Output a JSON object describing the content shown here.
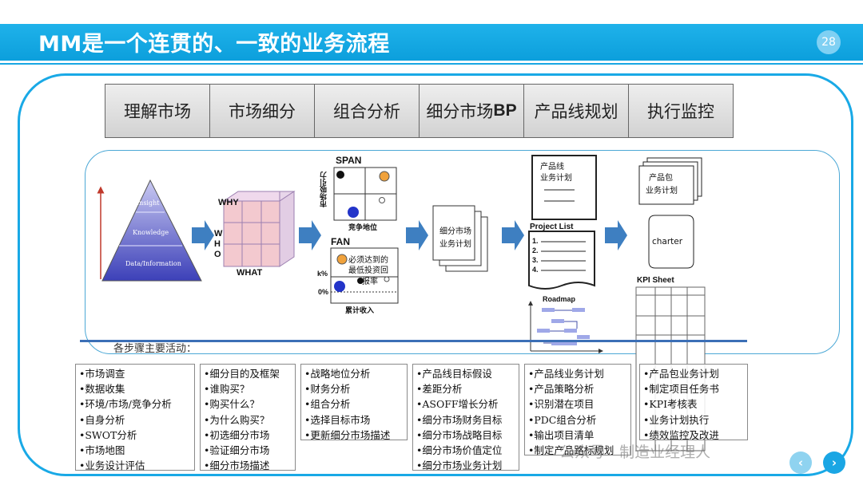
{
  "header": {
    "title": "MM是一个连贯的、一致的业务流程",
    "page_number": "28"
  },
  "steps": [
    "理解市场",
    "市场细分",
    "组合分析",
    "细分市场",
    "BP",
    "产品线规划",
    "执行监控"
  ],
  "pyramid": {
    "top": "Insight",
    "middle": "Knowledge",
    "bottom": "Data/Information"
  },
  "cube": {
    "why": "WHY",
    "who": [
      "W",
      "H",
      "O"
    ],
    "what": "WHAT"
  },
  "span": {
    "title": "SPAN",
    "y_label": "市场吸引力",
    "x_label": "竞争地位"
  },
  "fan": {
    "title": "FAN",
    "note_1": "必须达到的",
    "note_2": "最低投资回",
    "note_3": "报率",
    "k_label": "k%",
    "zero_label": "0%",
    "x_label": "累计收入"
  },
  "bp_doc": {
    "line1": "细分市场",
    "line2": "业务计划"
  },
  "product_line": {
    "doc_line1": "产品线",
    "doc_line2": "业务计划",
    "project_list": "Project List",
    "items": [
      "1.",
      "2.",
      "3.",
      "4."
    ],
    "roadmap": "Roadmap"
  },
  "execution": {
    "doc_line1": "产品包",
    "doc_line2": "业务计划",
    "charter": "charter",
    "kpi": "KPI Sheet"
  },
  "activities_title": "各步骤主要活动：",
  "activities": [
    [
      "•市场调查",
      "•数据收集",
      "•环境/市场/竞争分析",
      "•自身分析",
      "•SWOT分析",
      "•市场地图",
      "•业务设计评估"
    ],
    [
      "•细分目的及框架",
      "•谁购买？",
      "•购买什么？",
      "•为什么购买？",
      "•初选细分市场",
      "•验证细分市场",
      "•细分市场描述"
    ],
    [
      "•战略地位分析",
      "•财务分析",
      "•组合分析",
      "•选择目标市场",
      "•更新细分市场描述"
    ],
    [
      "•产品线目标假设",
      "•差距分析",
      "•ASOFF增长分析",
      "•细分市场财务目标",
      "•细分市场战略目标",
      "•细分市场价值定位",
      "•细分市场业务计划"
    ],
    [
      "•产品线业务计划",
      "•产品策略分析",
      "•识别潜在项目",
      "•PDC组合分析",
      "•输出项目清单",
      "•制定产品路标规划"
    ],
    [
      "•产品包业务计划",
      "•制定项目任务书",
      "•KPI考核表",
      "•业务计划执行",
      "•绩效监控及改进"
    ]
  ],
  "watermark": "公众号 · 制造业经理人",
  "colors": {
    "header": "#12a8e6",
    "frame": "#19a9e6",
    "arrow": "#3e7fc1",
    "pyramid": "#4a4fc0"
  }
}
